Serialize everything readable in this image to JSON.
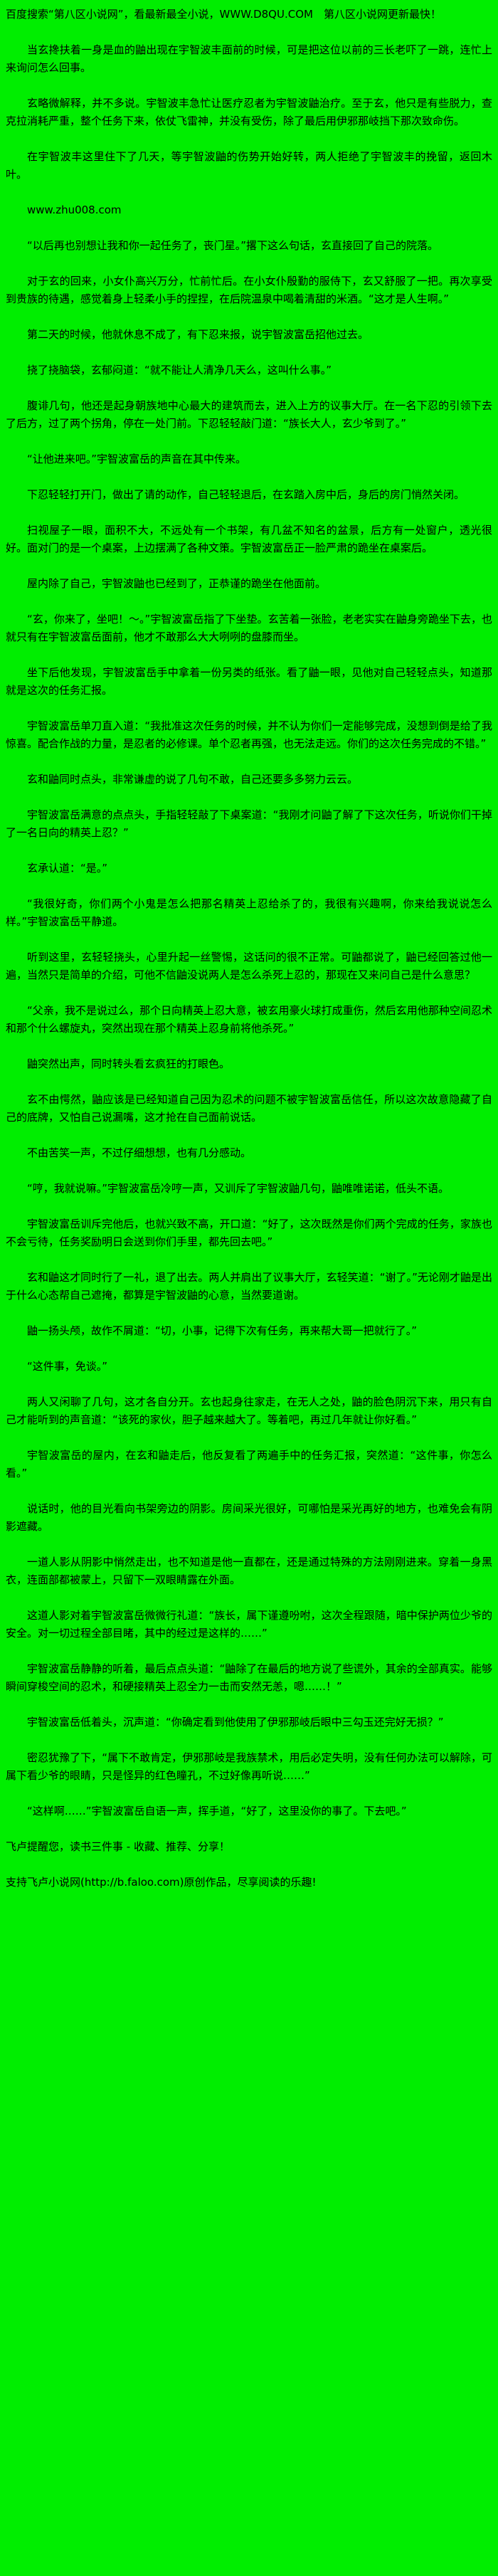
{
  "colors": {
    "background": "#00ee00",
    "text": "#000000"
  },
  "header": {
    "banner": "百度搜索“第八区小说网”，看最新最全小说，WWW.D8QU.COM　第八区小说网更新最快！"
  },
  "novel": {
    "blocks": [
      {
        "kind": "text",
        "text": "当玄搀扶着一身是血的鼬出现在宇智波丰面前的时候，可是把这位以前的三长老吓了一跳，连忙上来询问怎么回事。"
      },
      {
        "kind": "text",
        "text": "玄略微解释，并不多说。宇智波丰急忙让医疗忍者为宇智波鼬治疗。至于玄，他只是有些脱力，查克拉消耗严重，整个任务下来，依仗飞雷神，并没有受伤，除了最后用伊邪那岐挡下那次致命伤。"
      },
      {
        "kind": "text",
        "text": "在宇智波丰这里住下了几天，等宇智波鼬的伤势开始好转，两人拒绝了宇智波丰的挽留，返回木叶。"
      },
      {
        "kind": "watermark",
        "text": "www.zhu008.com"
      },
      {
        "kind": "text",
        "text": "“以后再也别想让我和你一起任务了，丧门星。”撂下这么句话，玄直接回了自己的院落。"
      },
      {
        "kind": "text",
        "text": "对于玄的回来，小女仆高兴万分，忙前忙后。在小女仆殷勤的服侍下，玄又舒服了一把。再次享受到贵族的待遇，感觉着身上轻柔小手的捏捏，在后院温泉中喝着清甜的米酒。“这才是人生啊。”"
      },
      {
        "kind": "text",
        "text": "第二天的时候，他就休息不成了，有下忍来报，说宇智波富岳招他过去。"
      },
      {
        "kind": "text",
        "text": "挠了挠脑袋，玄郁闷道：“就不能让人清净几天么，这叫什么事。”"
      },
      {
        "kind": "text",
        "text": "腹诽几句，他还是起身朝族地中心最大的建筑而去，进入上方的议事大厅。在一名下忍的引领下去了后方，过了两个拐角，停在一处门前。下忍轻轻敲门道：“族长大人，玄少爷到了。”"
      },
      {
        "kind": "text",
        "text": "“让他进来吧。”宇智波富岳的声音在其中传来。"
      },
      {
        "kind": "text",
        "text": "下忍轻轻打开门，做出了请的动作，自己轻轻退后，在玄踏入房中后，身后的房门悄然关闭。"
      },
      {
        "kind": "text",
        "text": "扫视屋子一眼，面积不大，不远处有一个书架，有几盆不知名的盆景，后方有一处窗户，透光很好。面对门的是一个桌案，上边摆满了各种文策。宇智波富岳正一脸严肃的跪坐在桌案后。"
      },
      {
        "kind": "text",
        "text": "屋内除了自己，宇智波鼬也已经到了，正恭谨的跪坐在他面前。"
      },
      {
        "kind": "text",
        "text": "“玄，你来了，坐吧！～。”宇智波富岳指了下坐垫。玄苦着一张脸，老老实实在鼬身旁跪坐下去，也就只有在宇智波富岳面前，他才不敢那么大大咧咧的盘膝而坐。"
      },
      {
        "kind": "text",
        "text": "坐下后他发现，宇智波富岳手中拿着一份另类的纸张。看了鼬一眼，见他对自己轻轻点头，知道那就是这次的任务汇报。"
      },
      {
        "kind": "text",
        "text": "宇智波富岳单刀直入道：“我批准这次任务的时候，并不认为你们一定能够完成，没想到倒是给了我惊喜。配合作战的力量，是忍者的必修课。单个忍者再强，也无法走远。你们的这次任务完成的不错。”"
      },
      {
        "kind": "text",
        "text": "玄和鼬同时点头，非常谦虚的说了几句不敢，自己还要多多努力云云。"
      },
      {
        "kind": "text",
        "text": "宇智波富岳满意的点点头，手指轻轻敲了下桌案道：“我刚才问鼬了解了下这次任务，听说你们干掉了一名日向的精英上忍？”"
      },
      {
        "kind": "text",
        "text": "玄承认道：“是。”"
      },
      {
        "kind": "text",
        "text": "“我很好奇，你们两个小鬼是怎么把那名精英上忍给杀了的，我很有兴趣啊，你来给我说说怎么样。”宇智波富岳平静道。"
      },
      {
        "kind": "text",
        "text": "听到这里，玄轻轻挠头，心里升起一丝警惕，这话问的很不正常。可鼬都说了，鼬已经回答过他一遍，当然只是简单的介绍，可他不信鼬没说两人是怎么杀死上忍的，那现在又来问自己是什么意思？"
      },
      {
        "kind": "text",
        "text": "“父亲，我不是说过么，那个日向精英上忍大意，被玄用豪火球打成重伤，然后玄用他那种空间忍术和那个什么螺旋丸，突然出现在那个精英上忍身前将他杀死。”"
      },
      {
        "kind": "text",
        "text": "鼬突然出声，同时转头看玄疯狂的打眼色。"
      },
      {
        "kind": "text",
        "text": "玄不由愕然，鼬应该是已经知道自己因为忍术的问题不被宇智波富岳信任，所以这次故意隐藏了自己的底牌，又怕自己说漏嘴，这才抢在自己面前说话。"
      },
      {
        "kind": "text",
        "text": "不由苦笑一声，不过仔细想想，也有几分感动。"
      },
      {
        "kind": "text",
        "text": "“哼，我就说嘛。”宇智波富岳冷哼一声，又训斥了宇智波鼬几句，鼬唯唯诺诺，低头不语。"
      },
      {
        "kind": "text",
        "text": "宇智波富岳训斥完他后，也就兴致不高，开口道：“好了，这次既然是你们两个完成的任务，家族也不会亏待，任务奖励明日会送到你们手里，都先回去吧。”"
      },
      {
        "kind": "text",
        "text": "玄和鼬这才同时行了一礼，退了出去。两人并肩出了议事大厅，玄轻笑道：“谢了。”无论刚才鼬是出于什么心态帮自己遮掩，都算是宇智波鼬的心意，当然要道谢。"
      },
      {
        "kind": "text",
        "text": "鼬一扬头颅，故作不屑道：“切，小事，记得下次有任务，再来帮大哥一把就行了。”"
      },
      {
        "kind": "text",
        "text": "“这件事，免谈。”"
      },
      {
        "kind": "text",
        "text": "两人又闲聊了几句，这才各自分开。玄也起身往家走，在无人之处，鼬的脸色阴沉下来，用只有自己才能听到的声音道：“该死的家伙，胆子越来越大了。等着吧，再过几年就让你好看。”"
      },
      {
        "kind": "text",
        "text": "宇智波富岳的屋内，在玄和鼬走后，他反复看了两遍手中的任务汇报，突然道：“这件事，你怎么看。”"
      },
      {
        "kind": "text",
        "text": "说话时，他的目光看向书架旁边的阴影。房间采光很好，可哪怕是采光再好的地方，也难免会有阴影遮藏。"
      },
      {
        "kind": "text",
        "text": "一道人影从阴影中悄然走出，也不知道是他一直都在，还是通过特殊的方法刚刚进来。穿着一身黑衣，连面部都被蒙上，只留下一双眼睛露在外面。"
      },
      {
        "kind": "text",
        "text": "这道人影对着宇智波富岳微微行礼道：“族长，属下谨遵吩咐，这次全程跟随，暗中保护两位少爷的安全。对一切过程全部目睹，其中的经过是这样的……”"
      },
      {
        "kind": "text",
        "text": "宇智波富岳静静的听着，最后点点头道：“鼬除了在最后的地方说了些谎外，其余的全部真实。能够瞬间穿梭空间的忍术，和硬接精英上忍全力一击而安然无恙，嗯……！”"
      },
      {
        "kind": "text",
        "text": "宇智波富岳低着头，沉声道：“你确定看到他使用了伊邪那岐后眼中三勾玉还完好无损？”"
      },
      {
        "kind": "text",
        "text": "密忍犹豫了下，“属下不敢肯定，伊邪那岐是我族禁术，用后必定失明，没有任何办法可以解除，可属下看少爷的眼睛，只是怪异的红色瞳孔，不过好像再听说……”"
      },
      {
        "kind": "text",
        "text": "“这样啊……”宇智波富岳自语一声，挥手道，“好了，这里没你的事了。下去吧。”"
      }
    ]
  },
  "footer": {
    "reminder": "飞卢提醒您，读书三件事 - 收藏、推荐、分享！",
    "support": "支持飞卢小说网(http://b.faloo.com)原创作品，尽享阅读的乐趣!"
  }
}
